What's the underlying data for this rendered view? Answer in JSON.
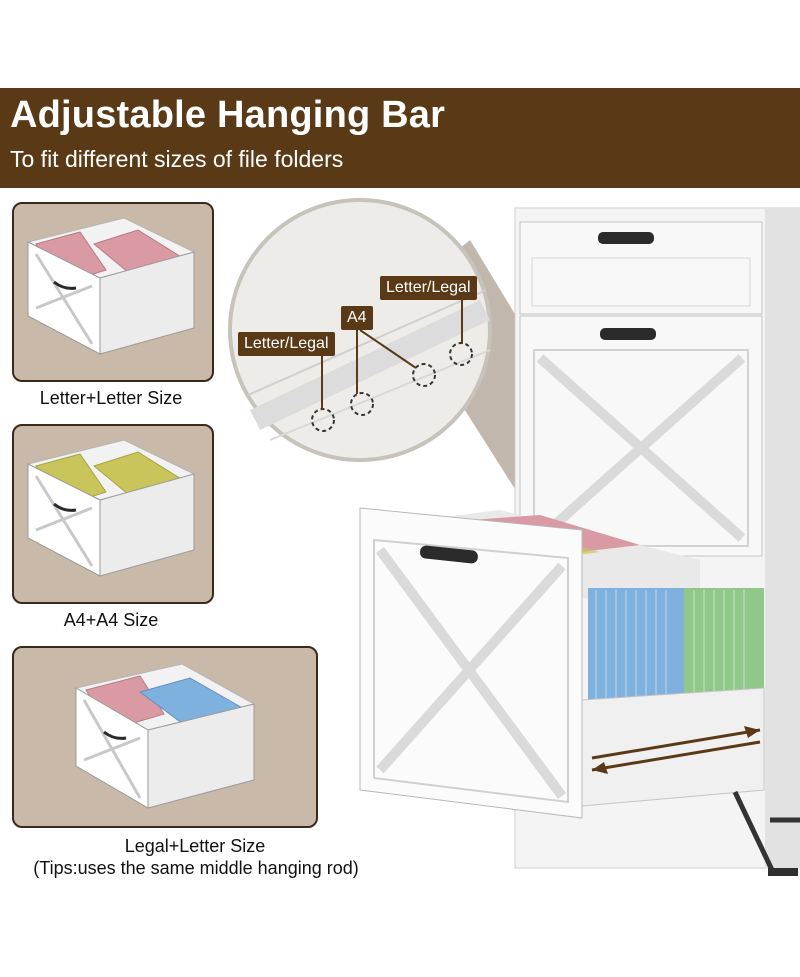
{
  "header": {
    "title": "Adjustable Hanging Bar",
    "subtitle": "To fit different sizes of file folders"
  },
  "options": [
    {
      "caption": "Letter+Letter Size"
    },
    {
      "caption": "A4+A4 Size"
    },
    {
      "caption": "Legal+Letter Size",
      "note": "(Tips:uses the same middle hanging rod)"
    }
  ],
  "callout": {
    "labels": [
      "Letter/Legal",
      "A4",
      "Letter/Legal"
    ]
  },
  "colors": {
    "banner": "#5a3a16",
    "panel": "#c8b9a8",
    "pink_folder": "#d99aa4",
    "yellow_folder": "#c9c55a",
    "blue_folder": "#7fb1de",
    "green_folder": "#8fc888"
  }
}
